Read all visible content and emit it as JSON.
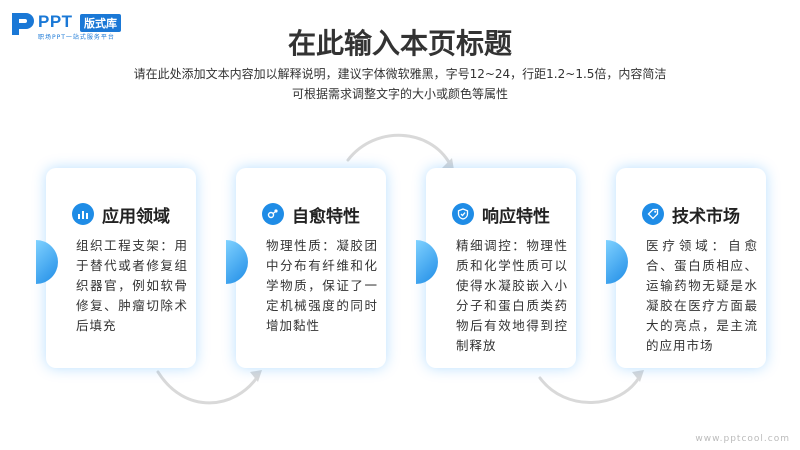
{
  "logo": {
    "brand": "PPT",
    "badge": "版式库",
    "slogan": "职场PPT一站式服务平台"
  },
  "title": "在此输入本页标题",
  "subtitle": {
    "line1": "请在此处添加文本内容加以解释说明，建议字体微软雅黑，字号12~24，行距1.2~1.5倍，内容简洁",
    "line2": "可根据需求调整文字的大小或颜色等属性"
  },
  "cards": [
    {
      "heading": "应用领域",
      "icon": "chart-icon",
      "body": "组织工程支架：用于替代或者修复组织器官，例如软骨修复、肿瘤切除术后填充"
    },
    {
      "heading": "自愈特性",
      "icon": "molecule-icon",
      "body": "物理性质：凝胶团中分布有纤维和化学物质，保证了一定机械强度的同时增加黏性"
    },
    {
      "heading": "响应特性",
      "icon": "shield-check-icon",
      "body": "精细调控：物理性质和化学性质可以使得水凝胶嵌入小分子和蛋白质类药物后有效地得到控制释放"
    },
    {
      "heading": "技术市场",
      "icon": "tag-icon",
      "body": "医疗领域：自愈合、蛋白质相应、运输药物无疑是水凝胶在医疗方面最大的亮点，是主流的应用市场"
    }
  ],
  "watermark": "www.pptcool.com",
  "colors": {
    "accent": "#1f8ce6",
    "accent_light": "#7fd1ff",
    "brand": "#1a78d6",
    "arc": "#d9d9d9"
  }
}
